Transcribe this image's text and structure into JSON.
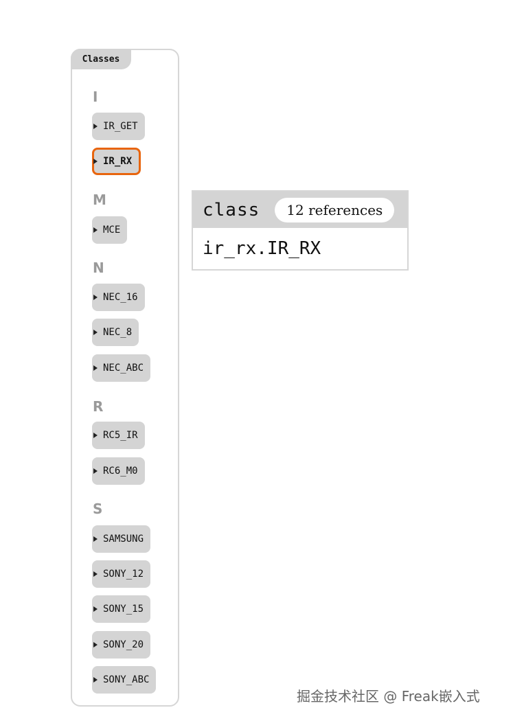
{
  "sidebar": {
    "title": "Classes",
    "groups": [
      {
        "letter": "I",
        "items": [
          "IR_GET",
          "IR_RX"
        ]
      },
      {
        "letter": "M",
        "items": [
          "MCE"
        ]
      },
      {
        "letter": "N",
        "items": [
          "NEC_16",
          "NEC_8",
          "NEC_ABC"
        ]
      },
      {
        "letter": "R",
        "items": [
          "RC5_IR",
          "RC6_M0"
        ]
      },
      {
        "letter": "S",
        "items": [
          "SAMSUNG",
          "SONY_12",
          "SONY_15",
          "SONY_20",
          "SONY_ABC"
        ]
      }
    ],
    "selected": "IR_RX"
  },
  "detail": {
    "kind": "class",
    "references": "12 references",
    "qualified_name": "ir_rx.IR_RX"
  },
  "colors": {
    "selected_border": "#e8650e",
    "pill_background": "#d4d4d4",
    "group_letter": "#9a9a9a"
  },
  "watermark": "掘金技术社区 @ Freak嵌入式"
}
